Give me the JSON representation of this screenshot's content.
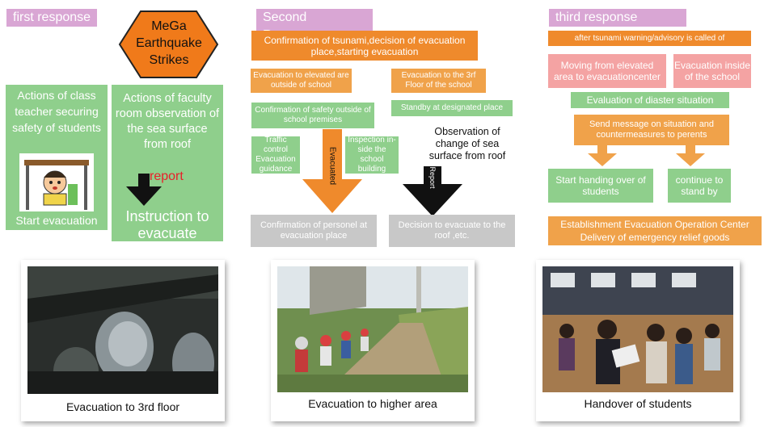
{
  "col1": {
    "header": "first response",
    "hexagon": "MeGa Earthquake Strikes",
    "teacher_box": {
      "text": "Actions of class teacher securing safety of students",
      "bottom": "Start evacuation"
    },
    "faculty_box": {
      "text": "Actions of faculty room observation of the sea surface from roof",
      "report": "report",
      "bottom": "Instruction to evacuate"
    },
    "colors": {
      "green": "#8fcf8c",
      "orange": "#f07a1a",
      "report": "#e8202a"
    }
  },
  "col2": {
    "header": "Second Response",
    "top_box": "Confirmation of tsunami,decision of evacuation place,starting evacuation",
    "left_orange": "Evacuation to elevated are outside of school",
    "right_orange": "Evacuation to the 3rf Floor of the school",
    "safety_box": "Confirmation of safety outside of school premises",
    "standby_box": "Standby at designated place",
    "traffic_box": "Traffic control Evacuation guidance",
    "inspection_box": "Inspection in-side the school building",
    "evacuated_label": "Evacuated",
    "observation_text": "Observation of change of sea surface from roof",
    "report_label": "Report",
    "bottom_left": "Confirmation of personel at evacuation place",
    "bottom_right": "Decision to evacuate to the roof ,etc."
  },
  "col3": {
    "header": "third response",
    "top_box": "after tsunami warning/advisory is called of",
    "pink_left": "Moving from elevated area to evacuationcenter",
    "pink_right": "Evacuation inside of the school",
    "eval_box": "Evaluation of diaster situation",
    "message_box": "Send message on situation and countermeasures to perents",
    "green_left": "Start handing over of students",
    "green_right": "continue to stand by",
    "bottom_box_line1": "Establishment Evacuation Operation Center",
    "bottom_box_line2": "Delivery of emergency relief goods"
  },
  "photos": [
    {
      "caption": "Evacuation to 3rd floor"
    },
    {
      "caption": "Evacuation to higher area"
    },
    {
      "caption": "Handover of students"
    }
  ]
}
